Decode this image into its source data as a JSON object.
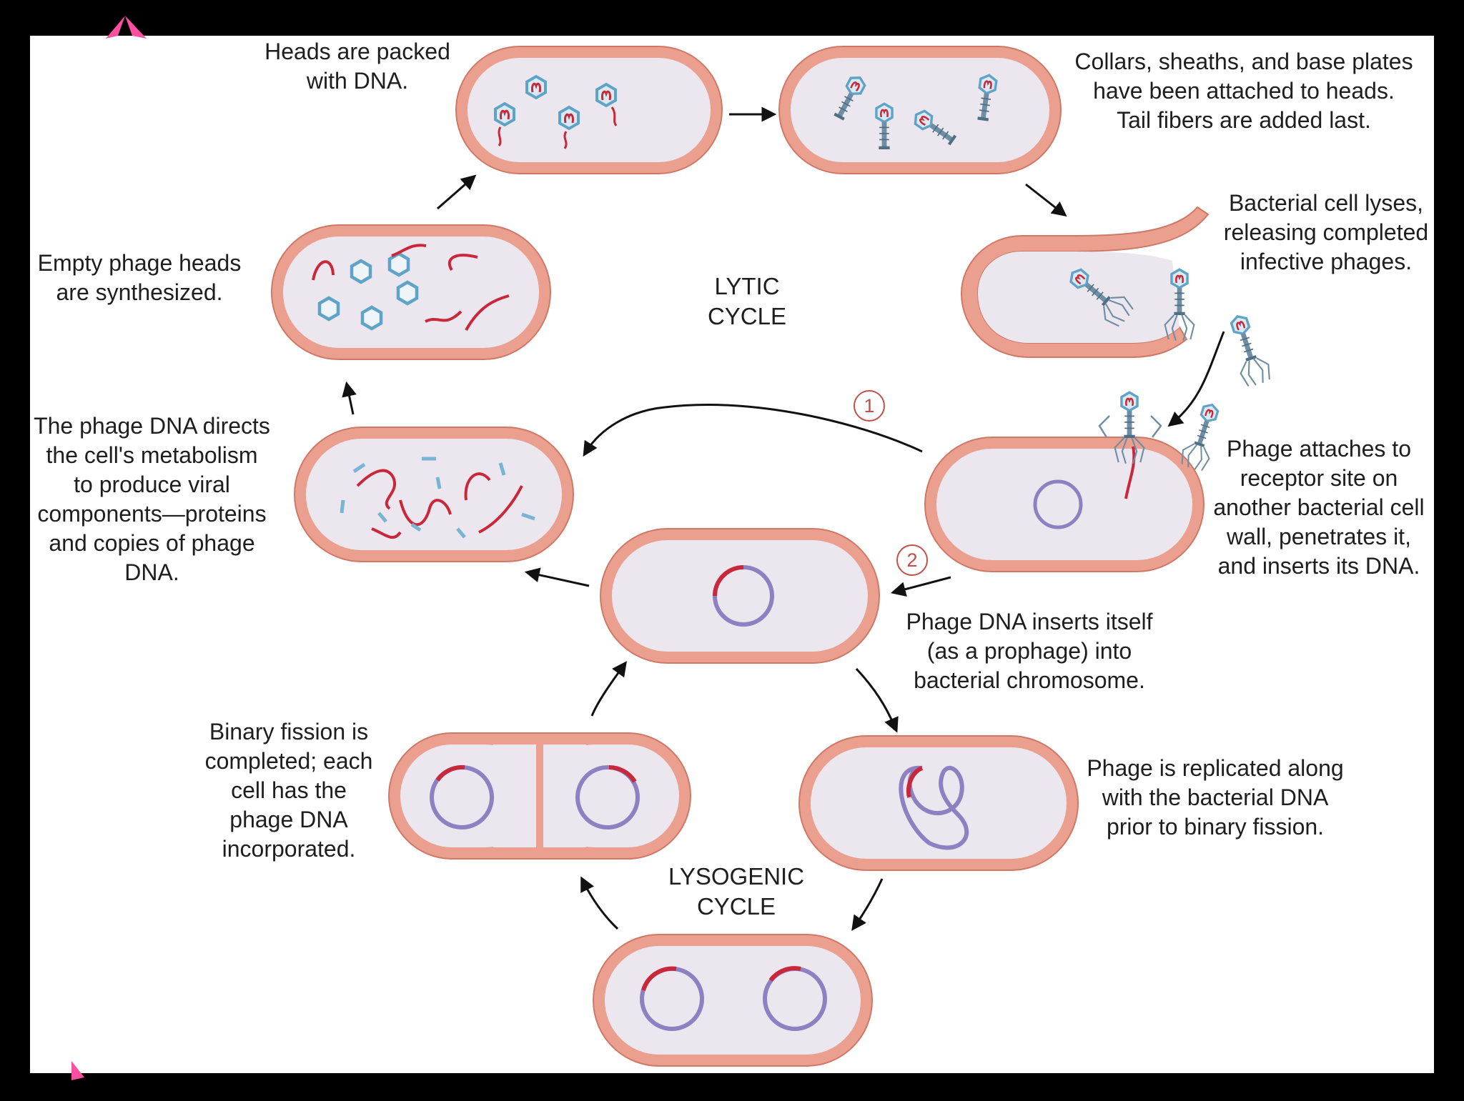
{
  "labels": {
    "heads_packed": "Heads are packed\nwith DNA.",
    "collars": "Collars, sheaths, and base plates\nhave been attached to heads.\nTail fibers are added last.",
    "lyses": "Bacterial cell lyses,\nreleasing completed\ninfective phages.",
    "empty_heads": "Empty phage heads\nare synthesized.",
    "directs": "The phage DNA directs\nthe cell's metabolism\nto produce viral\ncomponents—proteins\nand copies of phage\nDNA.",
    "attaches": "Phage attaches to\nreceptor site on\nanother bacterial cell\nwall, penetrates it,\nand inserts its DNA.",
    "inserts": "Phage DNA inserts itself\n(as a prophage) into\nbacterial chromosome.",
    "replicated": "Phage is replicated along\nwith the bacterial DNA\nprior to binary fission.",
    "fission": "Binary fission is\ncompleted; each\ncell has the\nphage DNA\nincorporated."
  },
  "titles": {
    "lytic": "LYTIC\nCYCLE",
    "lysogenic": "LYSOGENIC\nCYCLE"
  },
  "path_numbers": {
    "one": "1",
    "two": "2"
  },
  "colors": {
    "background": "#000000",
    "panel": "#ffffff",
    "cell_wall": "#eba08f",
    "cell_wall_edge": "#d07866",
    "cytoplasm": "#ece7ef",
    "phage_dna": "#c8283a",
    "chromosome": "#8f80c2",
    "phage_head": "#5fa3c7",
    "phage_body": "#6f8ea3",
    "arrow": "#111111"
  }
}
